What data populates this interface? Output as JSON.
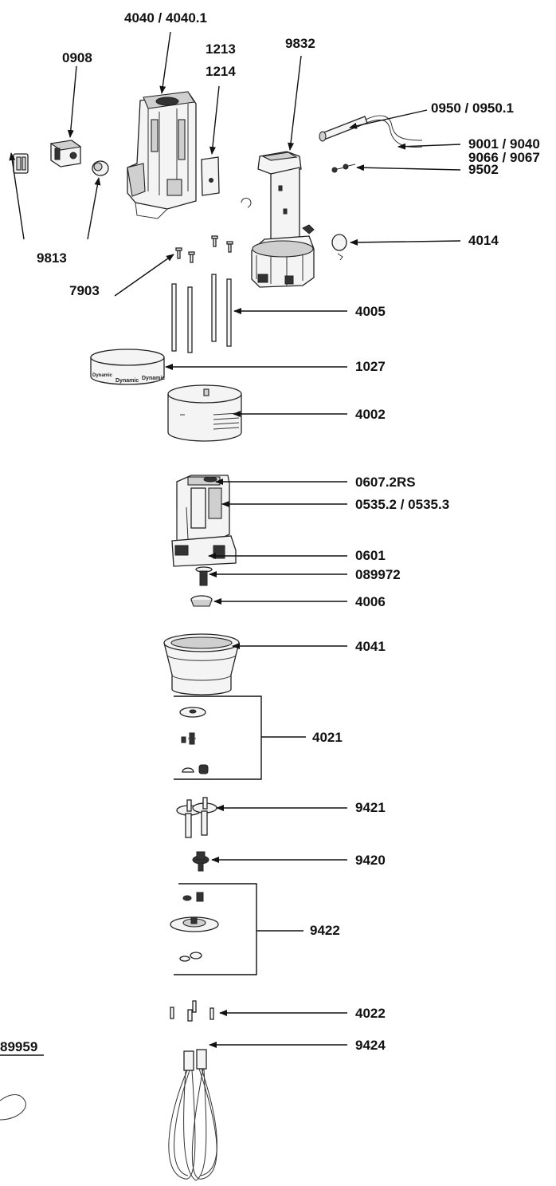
{
  "labels": {
    "l_4040": "4040 / 4040.1",
    "l_0908": "0908",
    "l_1213": "1213",
    "l_1214": "1214",
    "l_9832": "9832",
    "l_0950": "0950 / 0950.1",
    "l_9001": "9001 / 9040",
    "l_9066": "9066 / 9067",
    "l_9502": "9502",
    "l_4014": "4014",
    "l_9813": "9813",
    "l_7903": "7903",
    "l_4005": "4005",
    "l_1027": "1027",
    "l_4002": "4002",
    "l_0607": "0607.2RS",
    "l_0535": "0535.2 / 0535.3",
    "l_0601": "0601",
    "l_089972": "089972",
    "l_4006": "4006",
    "l_4041": "4041",
    "l_4021": "4021",
    "l_9421": "9421",
    "l_9420": "9420",
    "l_9422": "9422",
    "l_4022": "4022",
    "l_9424": "9424",
    "l_89959": "89959"
  },
  "band_text": "Dynamic"
}
